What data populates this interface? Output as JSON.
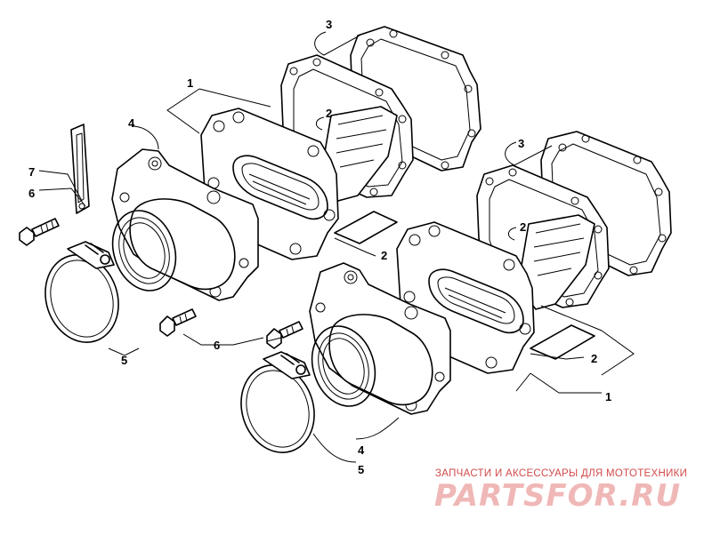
{
  "diagram": {
    "callouts": [
      {
        "id": "c1-upper",
        "text": "1"
      },
      {
        "id": "c1-lower",
        "text": "1"
      },
      {
        "id": "c2-upper-top",
        "text": "2"
      },
      {
        "id": "c2-upper-bottom",
        "text": "2"
      },
      {
        "id": "c2-lower-top",
        "text": "2"
      },
      {
        "id": "c2-lower-bottom",
        "text": "2"
      },
      {
        "id": "c3-upper",
        "text": "3"
      },
      {
        "id": "c3-lower",
        "text": "3"
      },
      {
        "id": "c4-upper",
        "text": "4"
      },
      {
        "id": "c4-lower",
        "text": "4"
      },
      {
        "id": "c5-upper",
        "text": "5"
      },
      {
        "id": "c5-lower",
        "text": "5"
      },
      {
        "id": "c6-upper",
        "text": "6"
      },
      {
        "id": "c6-middle",
        "text": "6"
      },
      {
        "id": "c7",
        "text": "7"
      }
    ]
  },
  "watermark": {
    "caption": "ЗАПЧАСТИ И АКСЕССУАРЫ ДЛЯ МОТОТЕХНИКИ",
    "logo": "PARTSFOR.RU",
    "color": "#d24a4a",
    "logo_color": "#f0b7b7"
  }
}
